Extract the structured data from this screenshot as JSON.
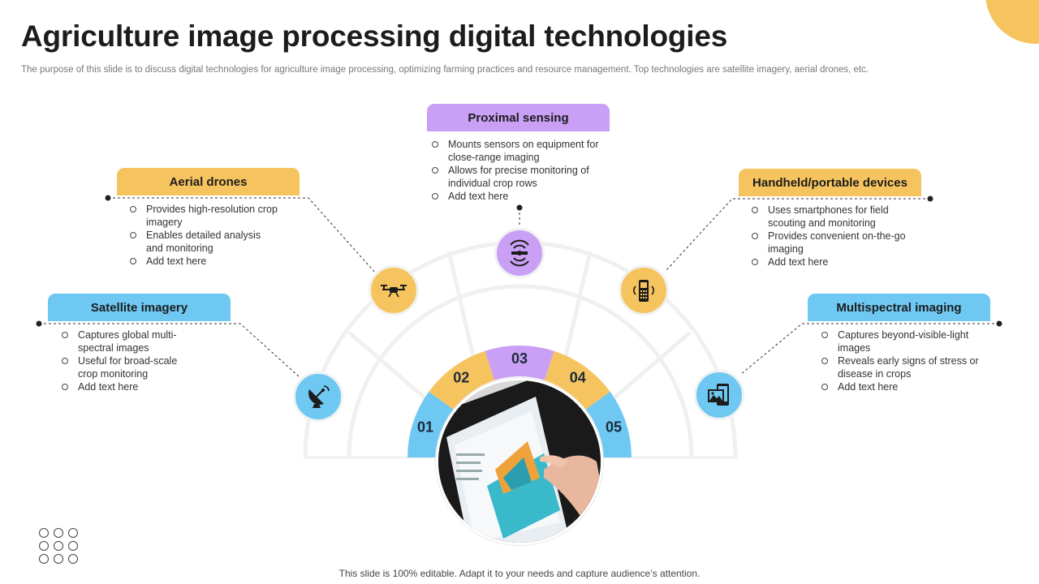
{
  "slide": {
    "title": "Agriculture image processing digital technologies",
    "subtitle": "The purpose of this slide is to discuss digital technologies for agriculture image processing, optimizing farming practices and resource management. Top technologies are satellite imagery, aerial drones, etc.",
    "footer": "This slide is 100% editable. Adapt it to your needs and capture audience’s attention."
  },
  "colors": {
    "blue": "#6ec8f2",
    "orange": "#f6c45e",
    "purple": "#c9a0f5"
  },
  "segments": [
    {
      "number": "01",
      "color": "#6ec8f2"
    },
    {
      "number": "02",
      "color": "#f6c45e"
    },
    {
      "number": "03",
      "color": "#c9a0f5"
    },
    {
      "number": "04",
      "color": "#f6c45e"
    },
    {
      "number": "05",
      "color": "#6ec8f2"
    }
  ],
  "items": [
    {
      "title": "Satellite imagery",
      "icon": "satellite-dish-icon",
      "bullets": [
        "Captures global multi-spectral images",
        "Useful for broad-scale crop monitoring",
        "Add text here"
      ]
    },
    {
      "title": "Aerial drones",
      "icon": "drone-icon",
      "bullets": [
        "Provides high-resolution crop imagery",
        "Enables detailed analysis and monitoring",
        "Add text here"
      ]
    },
    {
      "title": "Proximal sensing",
      "icon": "sensor-signal-icon",
      "bullets": [
        "Mounts sensors on equipment for close-range imaging",
        "Allows for precise monitoring of individual crop rows",
        "Add text here"
      ]
    },
    {
      "title": "Handheld/portable devices",
      "icon": "handheld-device-icon",
      "bullets": [
        "Uses smartphones for field scouting and monitoring",
        "Provides convenient on-the-go imaging",
        "Add text here"
      ]
    },
    {
      "title": "Multispectral imaging",
      "icon": "multispectral-image-icon",
      "bullets": [
        "Captures beyond-visible-light images",
        "Reveals early signs of stress or disease in crops",
        "Add text here"
      ]
    }
  ]
}
